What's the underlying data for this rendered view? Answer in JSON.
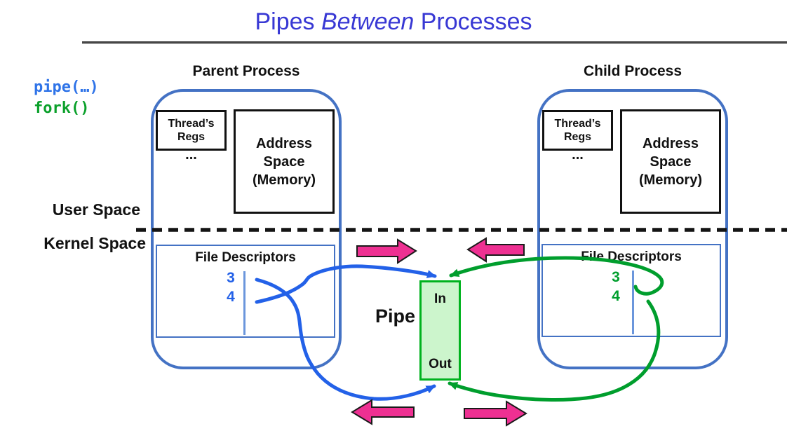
{
  "title": {
    "part1": "Pipes ",
    "part2": "Between",
    "part3": " Processes"
  },
  "annotations": {
    "pipe_call": "pipe(…)",
    "fork_call": "fork()"
  },
  "spaces": {
    "user": "User Space",
    "kernel": "Kernel Space"
  },
  "parent": {
    "label": "Parent Process",
    "thread_regs": "Thread’s Regs",
    "more": "...",
    "address_space": "Address Space (Memory)",
    "fd_label": "File Descriptors",
    "fd_read": "3",
    "fd_write": "4"
  },
  "child": {
    "label": "Child Process",
    "thread_regs": "Thread’s Regs",
    "more": "...",
    "address_space": "Address Space (Memory)",
    "fd_label": "File Descriptors",
    "fd_read": "3",
    "fd_write": "4"
  },
  "pipe": {
    "label": "Pipe",
    "in_label": "In",
    "out_label": "Out"
  },
  "colors": {
    "title_blue": "#3838D4",
    "code_blue": "#2E73E8",
    "code_green": "#0AA02A",
    "process_border": "#4472C4",
    "fd_divider_blue": "#6B96DC",
    "flow_blue": "#2361E8",
    "flow_green": "#009E2D",
    "pipe_border": "#00B21E",
    "pipe_fill": "#CCF5CC",
    "arrow_pink": "#EE3092"
  }
}
